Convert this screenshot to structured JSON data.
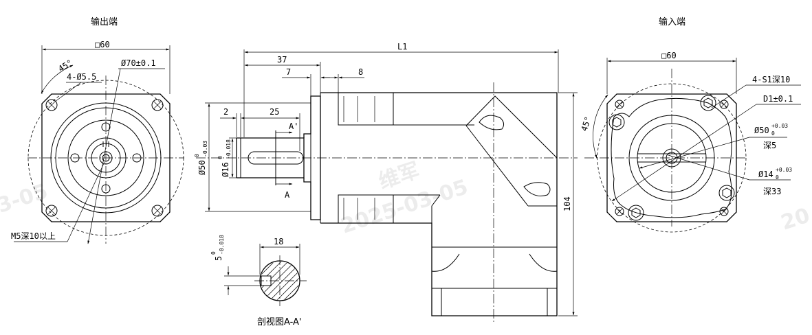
{
  "views": {
    "output_title": "输出端",
    "input_title": "输入端",
    "section_title": "剖视图A-A'"
  },
  "output_dims": {
    "square": "□60",
    "angle": "45°",
    "holes": "4-Ø5.5",
    "pcd": "Ø70±0.1",
    "thread": "M5深10以上"
  },
  "side_dims": {
    "total_length": "L1",
    "d37": "37",
    "d7": "7",
    "d8": "8",
    "d2": "2",
    "d25": "25",
    "height": "104",
    "section_a": "A",
    "section_a2": "A'",
    "spigot_main": "Ø50",
    "spigot_up": "0",
    "spigot_low": "-0.03",
    "shaft_main": "Ø16",
    "shaft_up": "0",
    "shaft_low": "-0.018"
  },
  "section_dims": {
    "width": "18",
    "key_main": "5",
    "key_up": "0",
    "key_low": "-0.018"
  },
  "input_dims": {
    "square": "□60",
    "angle": "45°",
    "holes": "4-S1深10",
    "d1": "D1±0.1",
    "bore50_main": "Ø50",
    "bore50_up": "+0.03",
    "bore50_low": "0",
    "depth5": "深5",
    "bore14_main": "Ø14",
    "bore14_up": "+0.03",
    "bore14_low": "0",
    "depth33": "深33"
  },
  "watermark": {
    "brand": "维军",
    "date": "2025-03-05",
    "frag_left": "3-05",
    "frag_right": "20"
  }
}
